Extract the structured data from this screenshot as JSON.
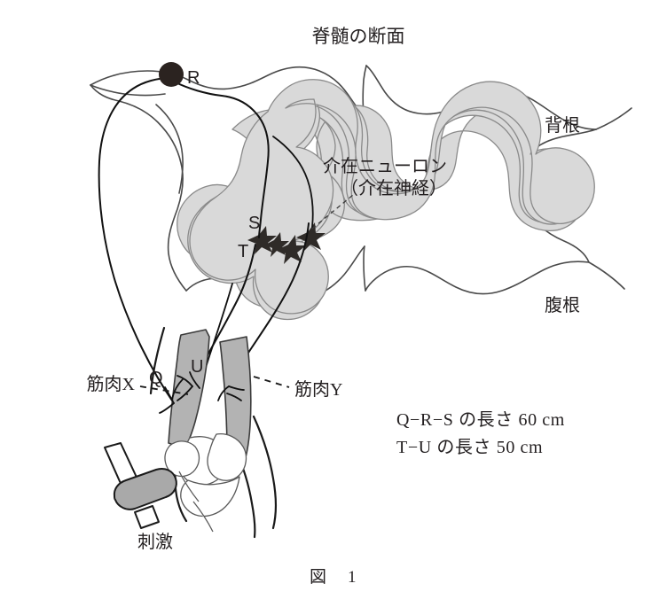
{
  "figure": {
    "title": "脊髄の断面",
    "caption_label": "図",
    "caption_number": "1"
  },
  "labels": {
    "interneuron_line1": "介在ニューロン",
    "interneuron_line2": "（介在神経）",
    "dorsal_root": "背根",
    "ventral_root": "腹根",
    "muscle_x": "筋肉X",
    "muscle_y": "筋肉Y",
    "stimulus": "刺激"
  },
  "points": {
    "r": "R",
    "s": "S",
    "t": "T",
    "q": "Q",
    "u": "U"
  },
  "measurements": {
    "line1": "Q−R−S の長さ 60 cm",
    "line2": "T−U の長さ 50 cm"
  },
  "colors": {
    "gray_matter": "#d9d9d9",
    "muscle": "#b3b3b3",
    "outline": "#4a4a4a",
    "nerve": "#111111",
    "ganglion": "#2b2320",
    "text": "#231f20",
    "background": "#ffffff"
  },
  "icons": {
    "ganglion": "filled-circle-icon",
    "synapse": "star-synapse-icon",
    "hammer": "reflex-hammer-icon"
  }
}
